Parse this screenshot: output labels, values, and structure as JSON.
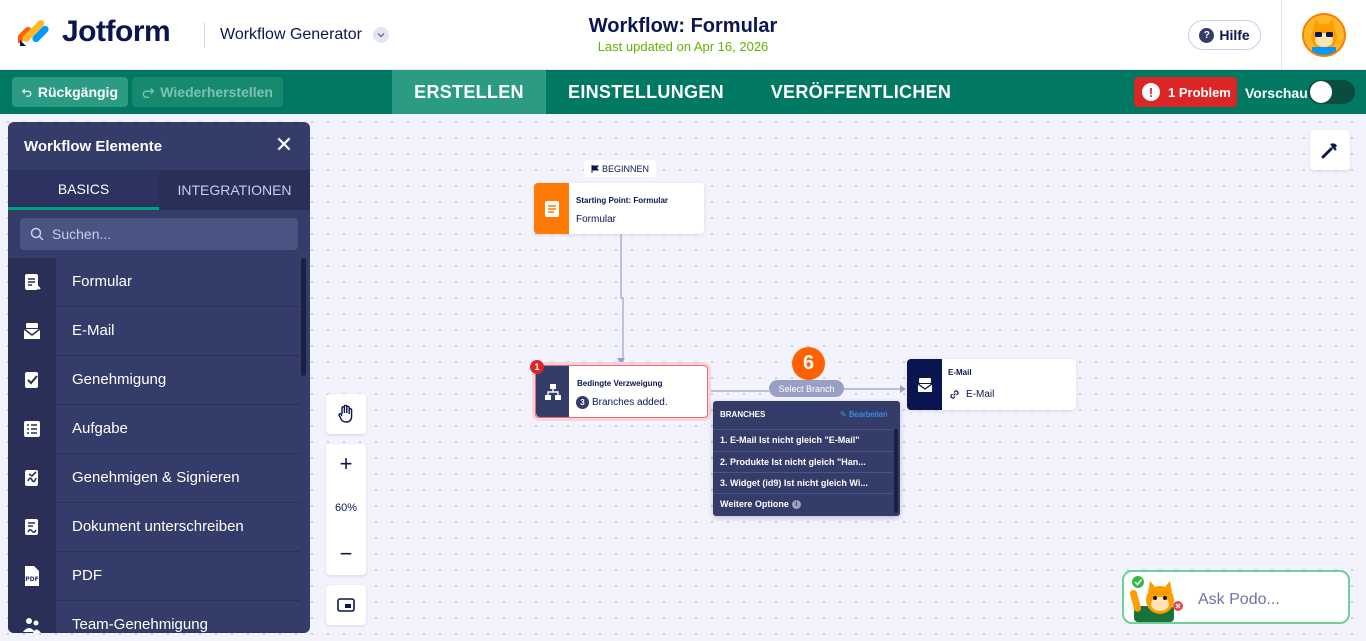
{
  "header": {
    "brand": "Jotform",
    "app_name": "Workflow Generator",
    "title": "Workflow: Formular",
    "updated": "Last updated on Apr 16, 2026",
    "help": "Hilfe"
  },
  "toolbar": {
    "undo": "Rückgängig",
    "redo": "Wiederherstellen",
    "tabs": [
      "ERSTELLEN",
      "EINSTELLUNGEN",
      "VERÖFFENTLICHEN"
    ],
    "problem": "1 Problem",
    "preview": "Vorschau"
  },
  "panel": {
    "title": "Workflow Elemente",
    "tabs": [
      "BASICS",
      "INTEGRATIONEN"
    ],
    "search_placeholder": "Suchen...",
    "items": [
      "Formular",
      "E-Mail",
      "Genehmigung",
      "Aufgabe",
      "Genehmigen & Signieren",
      "Dokument unterschreiben",
      "PDF",
      "Team-Genehmigung"
    ]
  },
  "canvas": {
    "zoom": "60%",
    "begin_label": "BEGINNEN",
    "start_node": {
      "title": "Starting Point: Formular",
      "subtitle": "Formular"
    },
    "condition_node": {
      "title": "Bedingte Verzweigung",
      "branch_count": "3",
      "subtitle": "Branches added.",
      "error_count": "1"
    },
    "email_node": {
      "title": "E-Mail",
      "subtitle": "E-Mail"
    },
    "step_badge": "6",
    "select_branch": "Select Branch",
    "branches": {
      "heading": "BRANCHES",
      "edit": "Bearbeiten",
      "items": [
        "1. E-Mail Ist nicht gleich \"E-Mail\"",
        "2. Produkte Ist nicht gleich \"Han...",
        "3. Widget (id9) Ist nicht gleich Wi..."
      ],
      "more": "Weitere Optione"
    }
  },
  "podo": {
    "label": "Ask Podo..."
  },
  "colors": {
    "accent_green": "#007862",
    "problem_red": "#dc2626",
    "panel": "#343c6a",
    "badge_orange": "#ff6100"
  }
}
